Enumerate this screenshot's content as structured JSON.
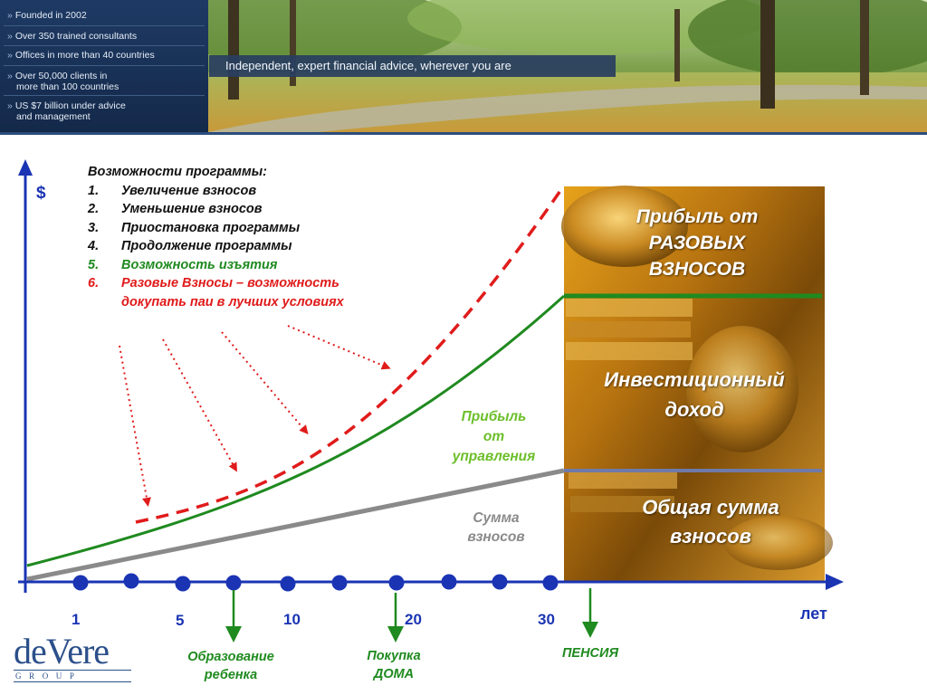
{
  "header": {
    "facts": [
      "Founded in 2002",
      "Over 350 trained consultants",
      "Offices in more than 40 countries",
      "Over 50,000 clients in",
      "more than 100 countries",
      "US $7 billion under advice",
      "and management"
    ],
    "tagline": "Independent, expert financial advice, wherever you are"
  },
  "axes": {
    "y_label": "$",
    "x_label": "лет",
    "x_ticks": [
      "1",
      "5",
      "10",
      "20",
      "30"
    ]
  },
  "options": {
    "title": "Возможности программы:",
    "items": [
      {
        "num": "1.",
        "text": "Увеличение взносов"
      },
      {
        "num": "2.",
        "text": "Уменьшение взносов"
      },
      {
        "num": "3.",
        "text": "Приостановка программы"
      },
      {
        "num": "4.",
        "text": "Продолжение программы"
      },
      {
        "num": "5.",
        "text": "Возможность изъятия"
      },
      {
        "num": "6.",
        "text": "Разовые Взносы  – возможность"
      },
      {
        "num": "",
        "text": "докупать паи в лучших условиях"
      }
    ]
  },
  "curves": {
    "management_profit": [
      "Прибыль",
      "от",
      "управления"
    ],
    "contributions_sum": [
      "Сумма",
      "взносов"
    ]
  },
  "panel": {
    "lump_sum_profit": [
      "Прибыль от",
      "РАЗОВЫХ",
      "ВЗНОСОВ"
    ],
    "investment_income": [
      "Инвестиционный",
      "доход"
    ],
    "total_contributions": [
      "Общая сумма",
      "взносов"
    ]
  },
  "milestones": {
    "education": [
      "Образование",
      "ребенка"
    ],
    "home": [
      "Покупка",
      "ДОМА"
    ],
    "pension": "ПЕНСИЯ"
  },
  "logo": {
    "name": "deVere",
    "sub": "GROUP"
  },
  "colors": {
    "axis": "#1a34b3",
    "green": "#1f8a1f",
    "red": "#e01b1b",
    "gray": "#8a8a8a",
    "navy": "#1e3a64"
  }
}
